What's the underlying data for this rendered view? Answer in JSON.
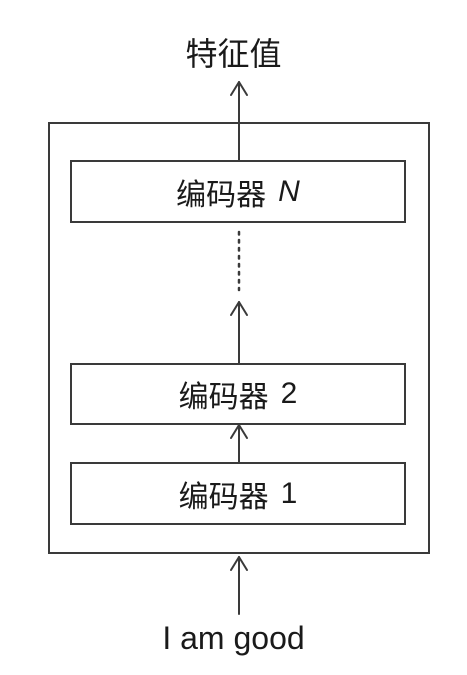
{
  "output_label": "特征值",
  "input_label": "I am good",
  "encoders": [
    {
      "name": "编码器",
      "index": "N"
    },
    {
      "name": "编码器",
      "index": "2"
    },
    {
      "name": "编码器",
      "index": "1"
    }
  ]
}
